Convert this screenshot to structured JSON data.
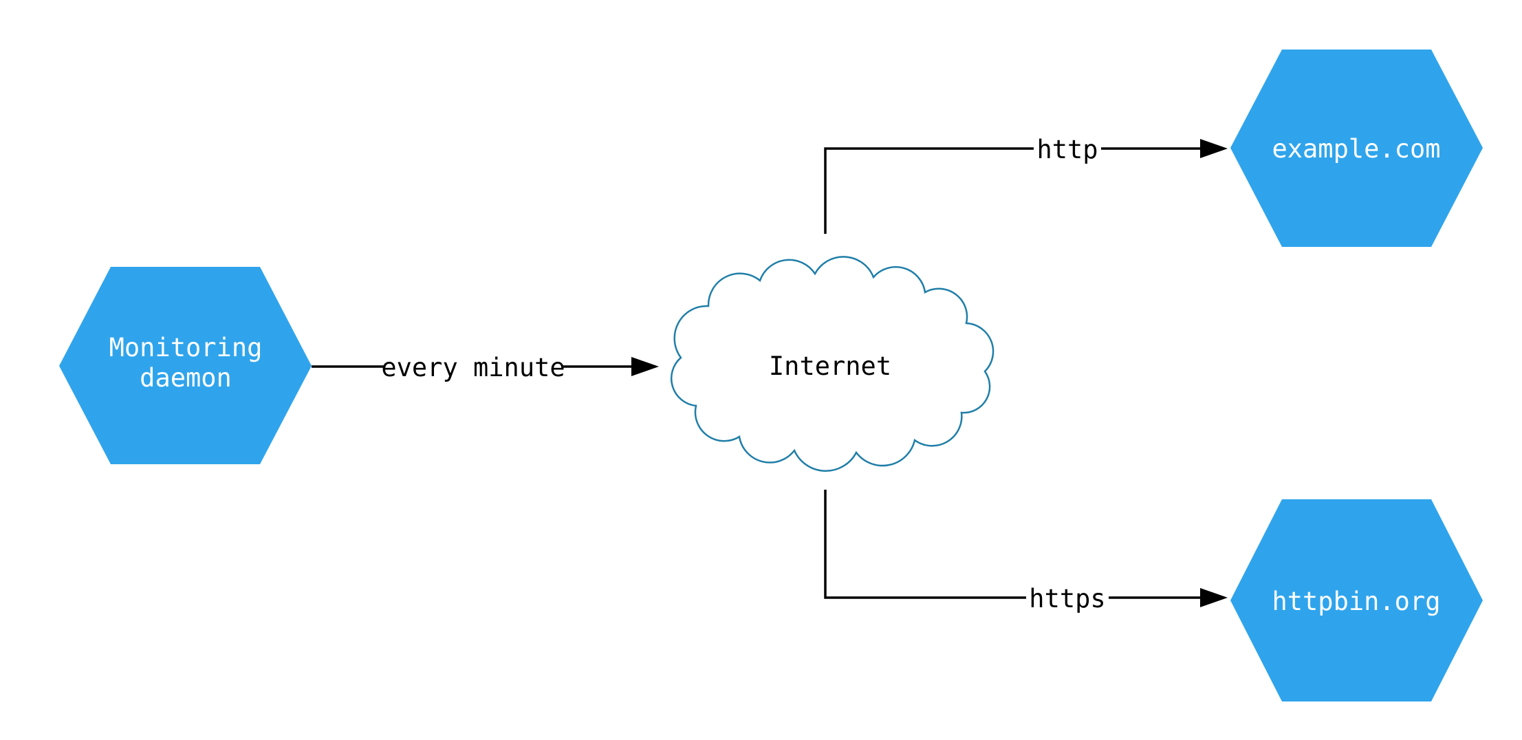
{
  "diagram": {
    "nodes": {
      "monitoring_daemon": {
        "label_line1": "Monitoring",
        "label_line2": "daemon",
        "shape": "hexagon"
      },
      "internet": {
        "label": "Internet",
        "shape": "cloud"
      },
      "example_com": {
        "label": "example.com",
        "shape": "hexagon"
      },
      "httpbin_org": {
        "label": "httpbin.org",
        "shape": "hexagon"
      }
    },
    "edges": [
      {
        "from": "monitoring_daemon",
        "to": "internet",
        "label": "every minute"
      },
      {
        "from": "internet",
        "to": "example_com",
        "label": "http"
      },
      {
        "from": "internet",
        "to": "httpbin_org",
        "label": "https"
      }
    ],
    "colors": {
      "hexagon_fill": "#2fa4ec",
      "hexagon_text": "#ffffff",
      "cloud_stroke": "#1f7ea8",
      "cloud_fill": "#ffffff",
      "edge_stroke": "#000000",
      "label_text": "#000000",
      "background": "#ffffff"
    }
  }
}
